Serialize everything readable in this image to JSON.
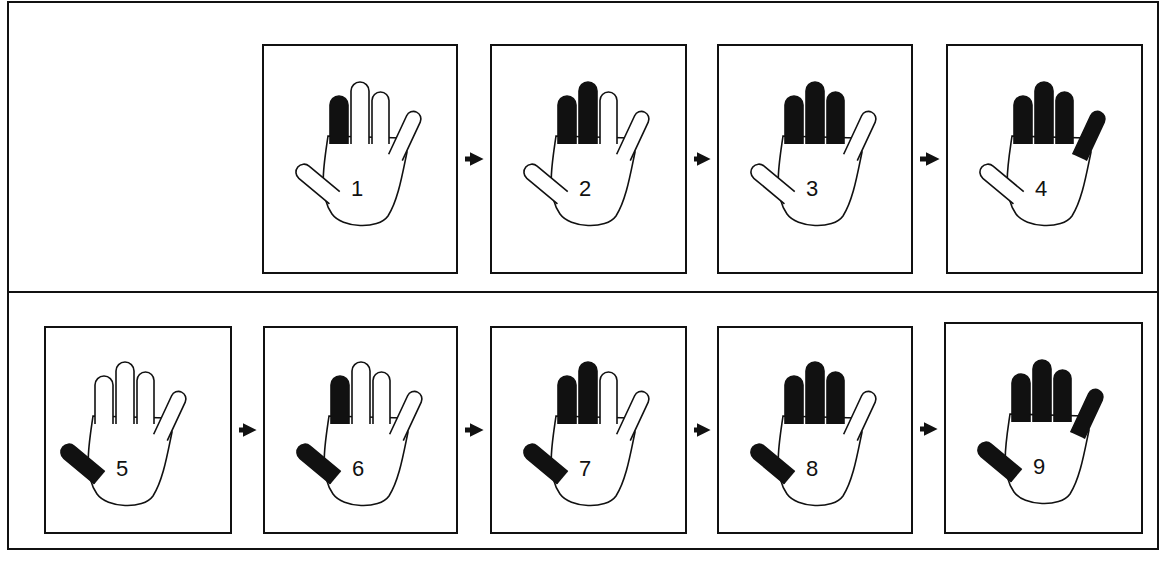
{
  "diagram": {
    "nodes": [
      {
        "text": [
          "1"
        ]
      },
      {
        "text": [
          "2"
        ]
      },
      {
        "text": [
          "3"
        ]
      },
      {
        "text": [
          "4"
        ]
      },
      {
        "text": [
          "5"
        ]
      },
      {
        "text": [
          "6"
        ]
      },
      {
        "text": [
          "7"
        ]
      },
      {
        "text": [
          "8"
        ]
      },
      {
        "text": [
          "9"
        ]
      }
    ],
    "edges": [
      {
        "from": 0,
        "to": 1,
        "arrow": "to"
      },
      {
        "from": 1,
        "to": 2,
        "arrow": "to"
      },
      {
        "from": 2,
        "to": 3,
        "arrow": "to"
      },
      {
        "from": 4,
        "to": 5,
        "arrow": "to"
      },
      {
        "from": 5,
        "to": 6,
        "arrow": "to"
      },
      {
        "from": 6,
        "to": 7,
        "arrow": "to"
      },
      {
        "from": 7,
        "to": 8,
        "arrow": "to"
      }
    ]
  }
}
